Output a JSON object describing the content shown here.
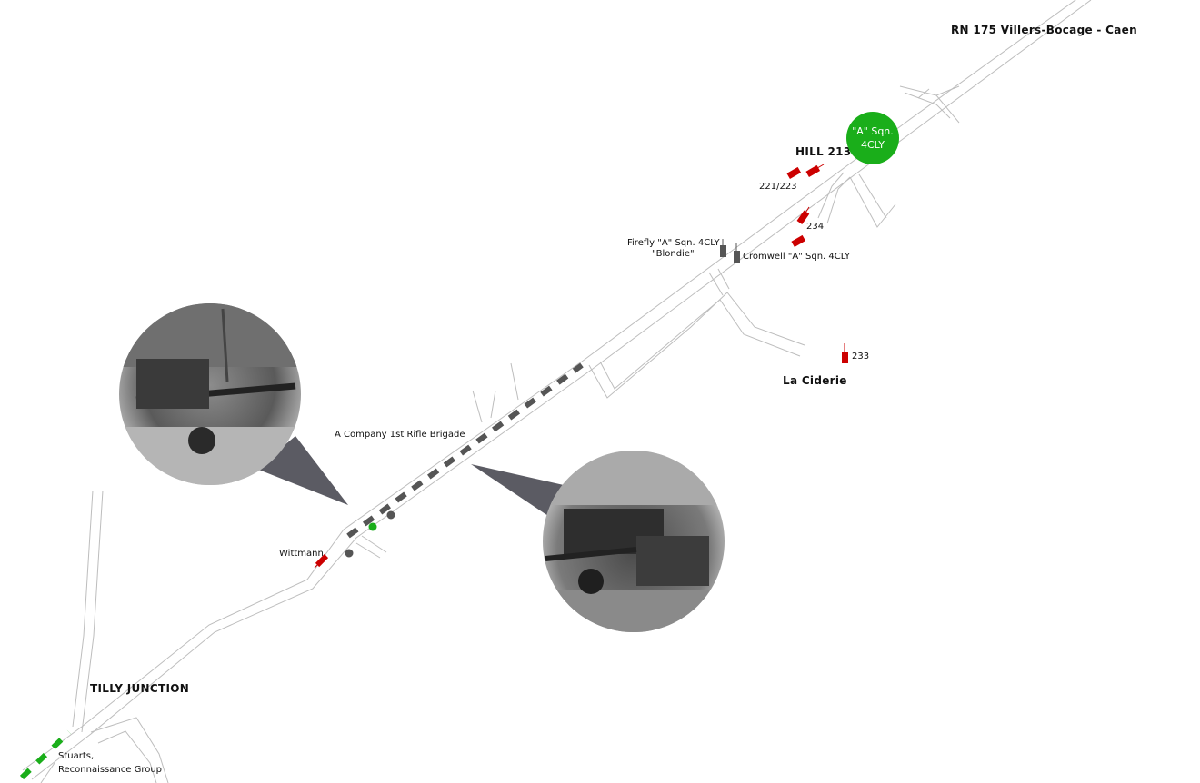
{
  "labels": {
    "road_title": "RN 175 Villers-Bocage - Caen",
    "hill": "HILL 213",
    "squadron_line1": "\"A\" Sqn.",
    "squadron_line2": "4CLY",
    "tank_221_223": "221/223",
    "tank_234": "234",
    "firefly_line1": "Firefly \"A\" Sqn. 4CLY",
    "firefly_line2": "\"Blondie\"",
    "cromwell": "Cromwell \"A\" Sqn. 4CLY",
    "tank_233": "233",
    "la_ciderie": "La Ciderie",
    "rifle_company": "A Company 1st Rifle Brigade",
    "wittmann": "Wittmann",
    "tilly_junction": "TILLY JUNCTION",
    "stuarts_line1": "Stuarts,",
    "stuarts_line2": "Reconnaissance Group"
  },
  "colors": {
    "german_tank": "#cc0000",
    "british_green": "#1aae1a",
    "british_dark": "#555555",
    "road": "#bbbbbb"
  },
  "icons": {
    "photo_left": "wrecked-antitank-gun-photo",
    "photo_right": "wrecked-carriers-photo"
  }
}
